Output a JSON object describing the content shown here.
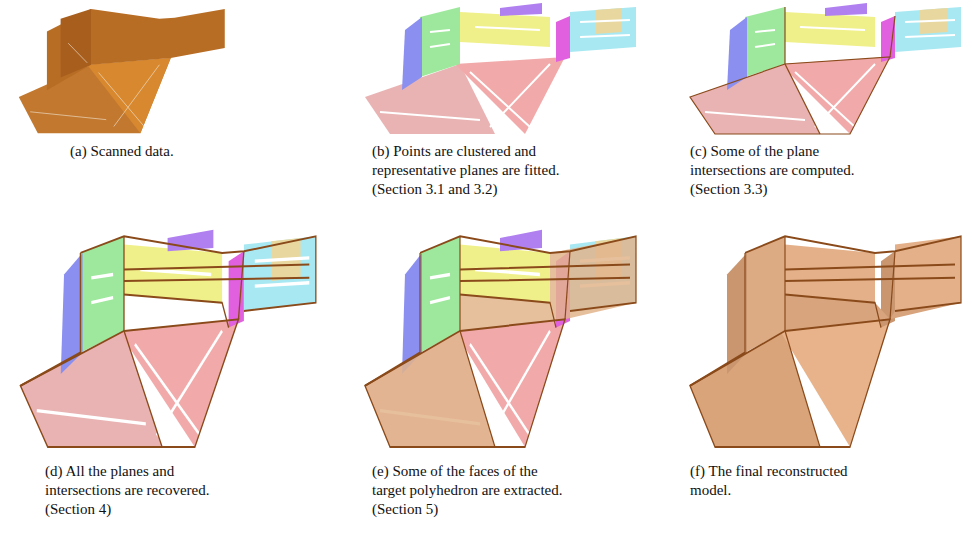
{
  "diagram": {
    "labels": [
      "(a) Scanned data.",
      "(b) Points are clustered and representative planes are fitted. (Section 3.1 and 3.2)",
      "(c) Some of the plane intersections are computed. (Section 3.3)",
      "(d) All the planes and intersections are recovered. (Section 4)",
      "(e) Some of the faces of the target polyhedron are extracted. (Section 5)",
      "(f) The final reconstructed model."
    ]
  }
}
